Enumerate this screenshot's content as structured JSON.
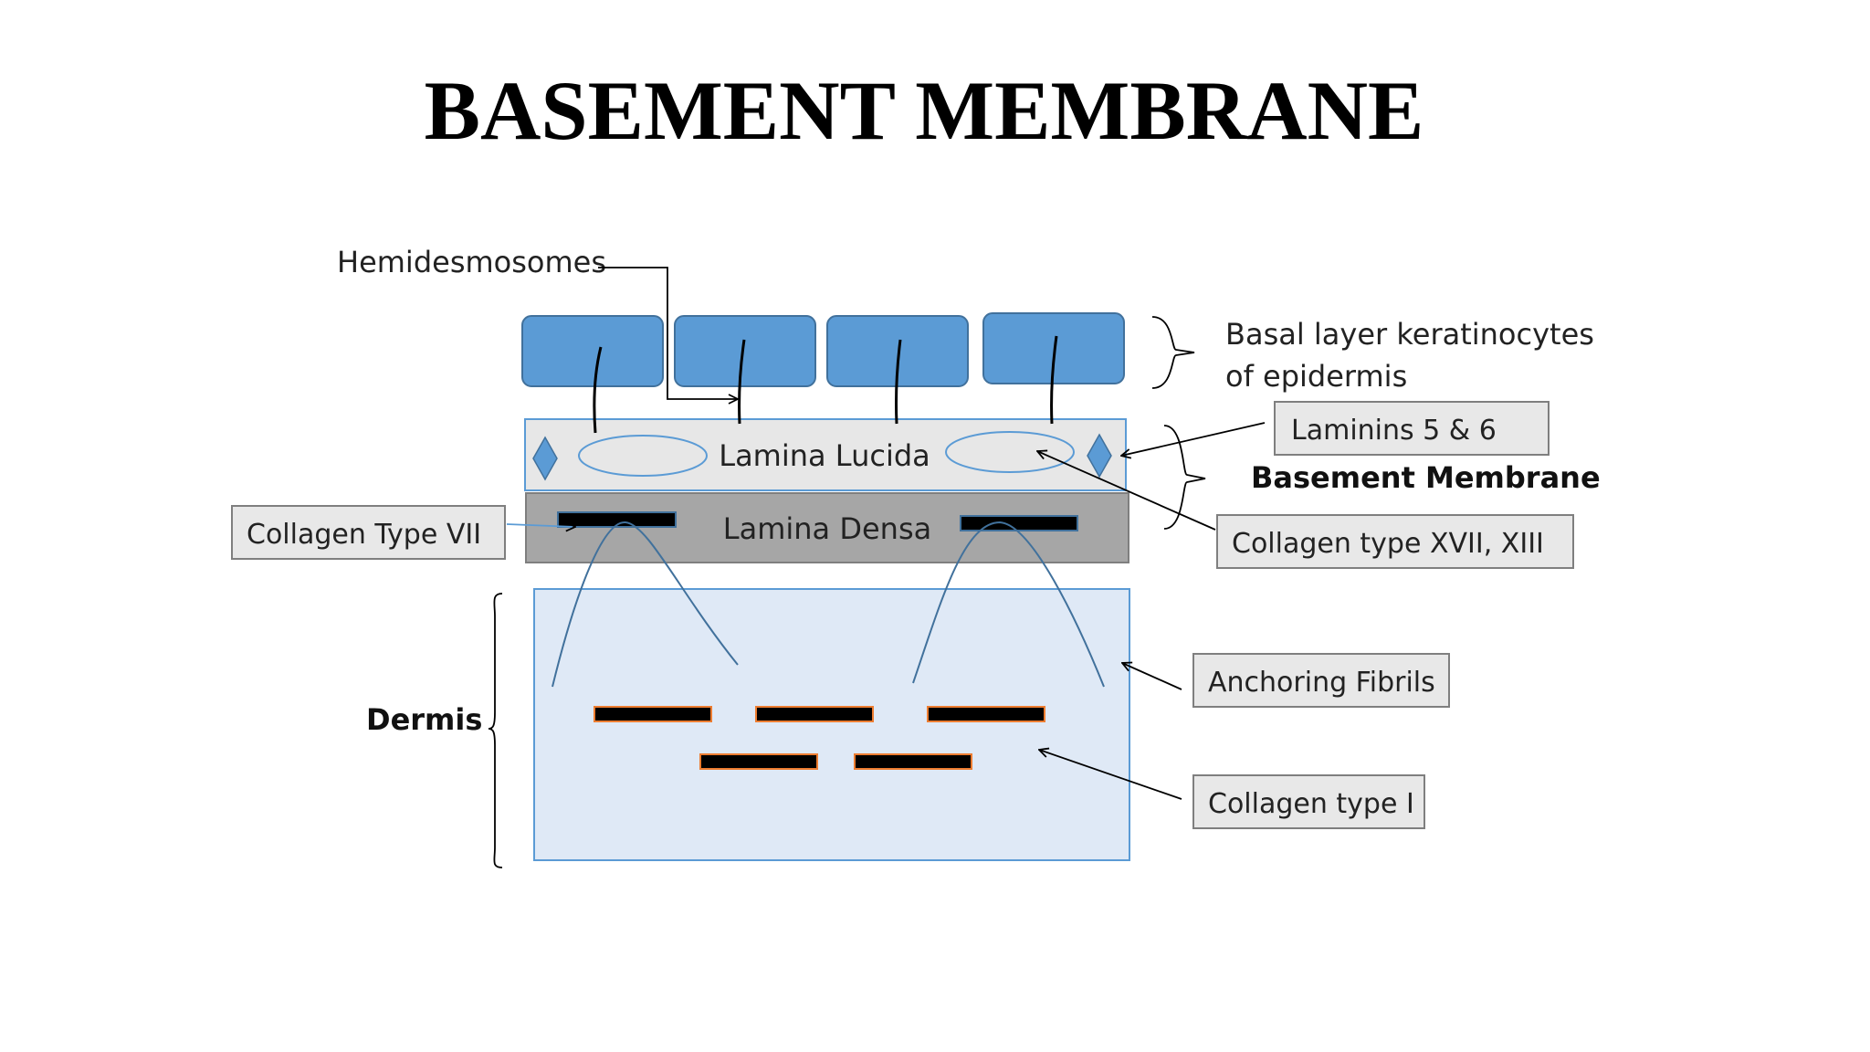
{
  "title": "BASEMENT MEMBRANE",
  "labels": {
    "hemidesmosomes": "Hemidesmosomes",
    "basal_layer_line1": "Basal layer keratinocytes",
    "basal_layer_line2": "of epidermis",
    "lamina_lucida": "Lamina Lucida",
    "lamina_densa": "Lamina Densa",
    "basement_membrane": "Basement Membrane",
    "dermis": "Dermis"
  },
  "callouts": {
    "laminins": "Laminins 5 & 6",
    "collagen_xvii": "Collagen type XVII, XIII",
    "collagen_vii": "Collagen Type VII",
    "anchoring_fibrils": "Anchoring Fibrils",
    "collagen_i": "Collagen type I"
  },
  "colors": {
    "keratinocyte_fill": "#5b9bd5",
    "keratinocyte_stroke": "#41719c",
    "lamina_lucida_fill": "#e7e7e7",
    "lamina_lucida_stroke": "#5b9bd5",
    "lamina_densa_fill": "#a6a6a6",
    "dermis_fill": "#dfe9f6",
    "dermis_stroke": "#5b9bd5",
    "callout_fill": "#e8e8e8",
    "fiber_line": "#41719c",
    "collagen_bar": "#000000",
    "collagen_edge": "#ed7d31"
  }
}
